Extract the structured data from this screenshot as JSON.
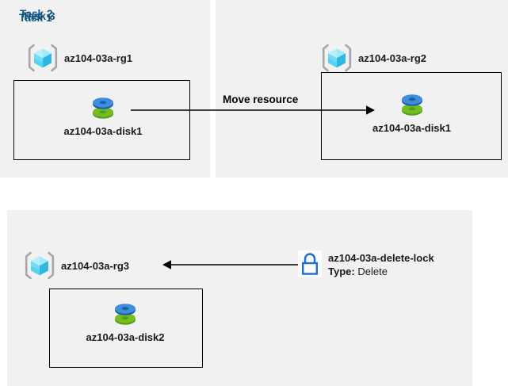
{
  "diagram": {
    "title_color": "#11557e",
    "panel_background": "#f1f1f1",
    "page_background": "#ffffff",
    "border_color": "#000000"
  },
  "panels": [
    {
      "id": "task1",
      "title": "Task 1"
    },
    {
      "id": "task2",
      "title": "Task 2"
    },
    {
      "id": "task3",
      "title": "Task 3"
    }
  ],
  "resource_groups": [
    {
      "id": "rg1",
      "label": "az104-03a-rg1",
      "icon": "resource-group-icon"
    },
    {
      "id": "rg2",
      "label": "az104-03a-rg2",
      "icon": "resource-group-icon"
    },
    {
      "id": "rg3",
      "label": "az104-03a-rg3",
      "icon": "resource-group-icon"
    }
  ],
  "disks": [
    {
      "id": "disk1-source",
      "label": "az104-03a-disk1",
      "icon": "managed-disk-icon"
    },
    {
      "id": "disk1-target",
      "label": "az104-03a-disk1",
      "icon": "managed-disk-icon"
    },
    {
      "id": "disk2",
      "label": "az104-03a-disk2",
      "icon": "managed-disk-icon"
    }
  ],
  "arrows": [
    {
      "id": "move-resource",
      "caption": "Move resource",
      "direction": "right"
    },
    {
      "id": "apply-lock",
      "caption": "",
      "direction": "left"
    }
  ],
  "lock": {
    "icon": "lock-icon",
    "name": "az104-03a-delete-lock",
    "type_key": "Type:",
    "type_value": "Delete",
    "accent_color": "#1a6fd4"
  }
}
